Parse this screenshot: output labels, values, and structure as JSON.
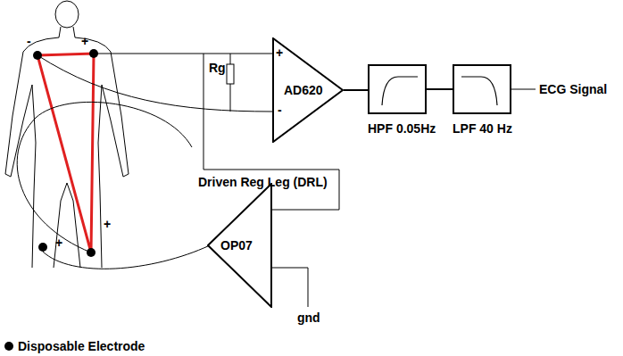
{
  "diagram": {
    "nodes": [
      {
        "text": [
          "AD620"
        ]
      },
      {
        "text": [
          "HPF 0.05Hz"
        ]
      },
      {
        "text": [
          "LPF 40 Hz"
        ]
      },
      {
        "text": [
          "OP07"
        ]
      }
    ],
    "edges": [
      {
        "from": 0,
        "to": 1,
        "arrow": "none"
      },
      {
        "from": 1,
        "to": 2,
        "arrow": "none"
      }
    ],
    "labels": [
      "-",
      "+",
      "+",
      "+",
      "Rg",
      "+",
      "-",
      "Driven Reg Leg (DRL)",
      "gnd",
      "ECG Signal"
    ],
    "legend": [
      {
        "text": "Disposable Electrode"
      }
    ]
  }
}
